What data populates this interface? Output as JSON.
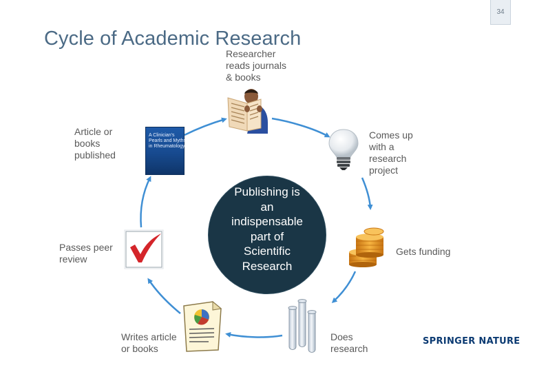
{
  "page_number": "34",
  "title": "Cycle of Academic Research",
  "center": {
    "lines": [
      "Publishing is",
      "an",
      "indispensable",
      "part of",
      "Scientific",
      "Research"
    ]
  },
  "steps": {
    "reads": [
      "Researcher",
      "reads journals",
      "& books"
    ],
    "project": [
      "Comes up",
      "with a",
      "research",
      "project"
    ],
    "funding": [
      "Gets funding"
    ],
    "research": [
      "Does",
      "research"
    ],
    "writes": [
      "Writes article",
      "or books"
    ],
    "review": [
      "Passes peer",
      "review"
    ],
    "published": [
      "Article or",
      "books",
      "published"
    ]
  },
  "book_cover_lines": [
    "A Clinician's",
    "Pearls and Myths",
    "in Rheumatology"
  ],
  "logo": {
    "word1": "SPRINGER",
    "word2": "NATURE"
  },
  "colors": {
    "title": "#4b6a85",
    "cycle_arrow": "#3f8fd4",
    "center_fill": "#1a3646",
    "label_text": "#595959",
    "logo": "#0b3a72"
  }
}
